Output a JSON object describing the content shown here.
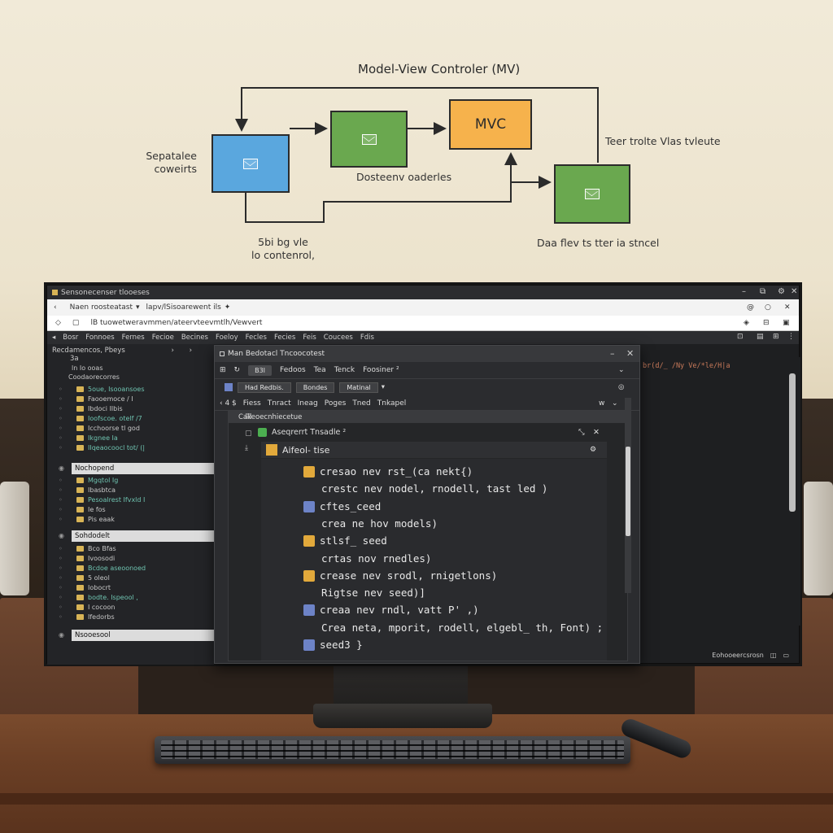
{
  "diagram": {
    "title": "Model-View Controler (MV)",
    "mvc_label": "MVC",
    "left_label": "Sepatalee\ncoweirts",
    "middle_label": "Dosteenv oaderles",
    "right_top_label": "Teer trolte Vlas tvleute",
    "right_bottom_label": "Daa flev ts tter ia stncel",
    "bottom_label": "5bi bg vle\nlo contenrol,",
    "colors": {
      "model": "#5aa7de",
      "view": "#6aa84f",
      "controller": "#f6b24c"
    }
  },
  "window": {
    "title": "Sensonecenser tlooeses",
    "tab_label": "Naen roosteatast",
    "tab_path": "lapv/lSisoarewent ils",
    "url": "lB tuowetweravmmen/ateervteevmtlh/Vewvert",
    "menu": [
      "Bosr",
      "Fonnoes",
      "Fernes",
      "Fecioe",
      "Becines",
      "Foeloy",
      "Fecles",
      "Fecies",
      "Feis",
      "Coucees",
      "Fdis"
    ]
  },
  "sidebar": {
    "header": "Recdamencos, Pbeys",
    "top_label": "ln Io ooas",
    "root": "Coodaorecorres",
    "group1": [
      {
        "label": "5oue, Isooansoes",
        "teal": true
      },
      {
        "label": "Faooemoce / I",
        "teal": false
      },
      {
        "label": "Ibdoci Ilbis",
        "teal": false
      },
      {
        "label": "Ioofscoe. otelf /7",
        "teal": true
      },
      {
        "label": "Icchoorse tl god",
        "teal": false
      },
      {
        "label": "Ikgnee Ia",
        "teal": true
      },
      {
        "label": "IIqeaocoocl tot/ (|",
        "teal": true
      }
    ],
    "section1": "Nochopend",
    "group2": [
      {
        "label": "Mgqtol Ig",
        "teal": true
      },
      {
        "label": "Ibasbtca",
        "teal": false
      },
      {
        "label": "Pesoalrest Ifvxld I",
        "teal": true
      },
      {
        "label": "Ie fos",
        "teal": false
      },
      {
        "label": "Pis eaak",
        "teal": false
      }
    ],
    "section2": "Sohdodelt",
    "group3": [
      {
        "label": "Bco Bfas",
        "teal": false
      },
      {
        "label": "Ivoosodi",
        "teal": false
      },
      {
        "label": "Bcdoe aseoonoed",
        "teal": true
      },
      {
        "label": "5 oleol",
        "teal": false
      },
      {
        "label": "Iobocrt",
        "teal": false
      },
      {
        "label": "bodte. Ispeool ,",
        "teal": true
      },
      {
        "label": "I cocoon",
        "teal": false
      },
      {
        "label": "Ifedorbs",
        "teal": false
      }
    ],
    "section3": "Nsooesool"
  },
  "dialog": {
    "title": "Man Bedotacl Tncoocotest",
    "tab_active": "B3I",
    "tabs": [
      "Fedoos",
      "Tea",
      "Tenck",
      "Foosiner ²"
    ],
    "btn1": "Had Redbis.",
    "btn2": "Bondes",
    "btn3": "Matinal",
    "menu2": [
      "Fiess",
      "Tnract",
      "Ineag",
      "Poges",
      "Tned",
      "Tnkapel"
    ],
    "panel_head": "Cakeoecnhiecetue",
    "panel_sub": "Aseqrerrt Tnsadle ²",
    "panel_sub2": "Aifeol- tise",
    "code": [
      {
        "text": "cresao nev rst_(ca nekt{)",
        "icon": "y"
      },
      {
        "text": "crestc nev nodel, rnodell, tast led )",
        "icon": ""
      },
      {
        "text": "cftes_ceed",
        "icon": "b"
      },
      {
        "text": "crea ne hov models)",
        "icon": ""
      },
      {
        "text": "stlsf_ seed",
        "icon": "y"
      },
      {
        "text": "crtas nov rnedles)",
        "icon": ""
      },
      {
        "text": "crease nev srodl, rnigetlons)",
        "icon": "y"
      },
      {
        "text": "Rigtse nev seed)]",
        "icon": ""
      },
      {
        "text": "creaa nev rndl, vatt P' ,)",
        "icon": "b"
      },
      {
        "text": "Crea neta, mporit, rodell, elgebl_ th, Font) ;",
        "icon": ""
      },
      {
        "text": "seed3 }",
        "icon": "b"
      }
    ]
  },
  "editor_right": {
    "snippet": "br(d/_ /Ny  Ve/*le/H|a"
  },
  "status": {
    "label": "Eohooeercsrosn"
  }
}
